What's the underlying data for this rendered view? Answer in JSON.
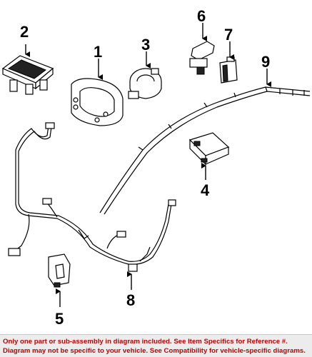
{
  "callouts": [
    {
      "label": "1",
      "part": "driver airbag"
    },
    {
      "label": "2",
      "part": "passenger airbag"
    },
    {
      "label": "3",
      "part": "clockspring"
    },
    {
      "label": "4",
      "part": "control module"
    },
    {
      "label": "5",
      "part": "impact sensor"
    },
    {
      "label": "6",
      "part": "sensor bracket"
    },
    {
      "label": "7",
      "part": "side sensor"
    },
    {
      "label": "8",
      "part": "wire harness"
    },
    {
      "label": "9",
      "part": "curtain airbag"
    }
  ],
  "disclaimer": {
    "line1": "Only one part or sub-assembly in diagram included. See Item Specifics for Reference #.",
    "line2": "Diagram may not be specific to your vehicle. See Compatibility for vehicle-specific diagrams."
  },
  "colors": {
    "line_art": "#000000",
    "background": "#ffffff",
    "disclaimer_text": "#c20000",
    "disclaimer_bg": "#ececec"
  }
}
